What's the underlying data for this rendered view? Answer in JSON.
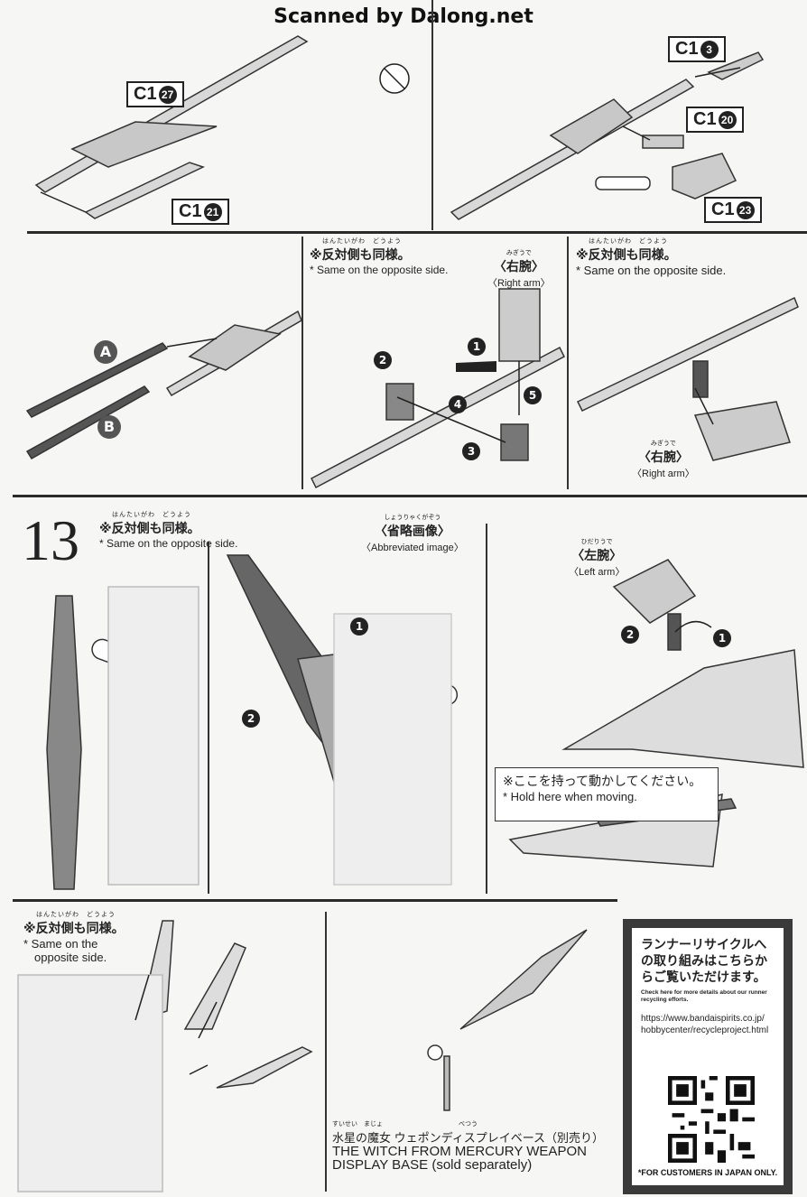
{
  "watermark": "Scanned by Dalong.net",
  "parts": {
    "c1_27": {
      "runner": "C1",
      "num": "27"
    },
    "c1_21": {
      "runner": "C1",
      "num": "21"
    },
    "c1_3": {
      "runner": "C1",
      "num": "3"
    },
    "c1_20": {
      "runner": "C1",
      "num": "20"
    },
    "c1_23": {
      "runner": "C1",
      "num": "23"
    }
  },
  "labels": {
    "a": "A",
    "b": "B"
  },
  "notes": {
    "same_side_ruby": "はんたいがわ　どうよう",
    "same_side_jp": "※反対側も同様。",
    "same_side_en": "* Same on the opposite side.",
    "same_side_en_l1": "* Same on the",
    "same_side_en_l2": "opposite side."
  },
  "arms": {
    "right_ruby": "みぎうで",
    "right_jp": "〈右腕〉",
    "right_en": "〈Right arm〉",
    "left_ruby": "ひだりうで",
    "left_jp": "〈左腕〉",
    "left_en": "〈Left arm〉",
    "abbrev_ruby": "しょうりゃくがぞう",
    "abbrev_jp": "〈省略画像〉",
    "abbrev_en": "〈Abbreviated image〉"
  },
  "steps": {
    "number": "13",
    "sub": [
      "1",
      "2",
      "3",
      "4",
      "5"
    ]
  },
  "hold": {
    "jp": "※ここを持って動かしてください。",
    "en": "* Hold here when moving."
  },
  "display_base": {
    "ruby": "すいせい　まじょ　　　　　　　　　　　　べつう",
    "jp": "水星の魔女 ウェポンディスプレイベース（別売り）",
    "en_l1": "THE WITCH FROM MERCURY WEAPON",
    "en_l2": "DISPLAY BASE (sold separately)"
  },
  "recycle": {
    "jp": "ランナーリサイクルへの取り組みはこちらからご覧いただけます。",
    "en": "Check here for more details about our runner recycling efforts.",
    "url_l1": "https://www.bandaispirits.co.jp/",
    "url_l2": "hobbycenter/recycleproject.html",
    "footnote": "*FOR CUSTOMERS IN JAPAN ONLY."
  }
}
